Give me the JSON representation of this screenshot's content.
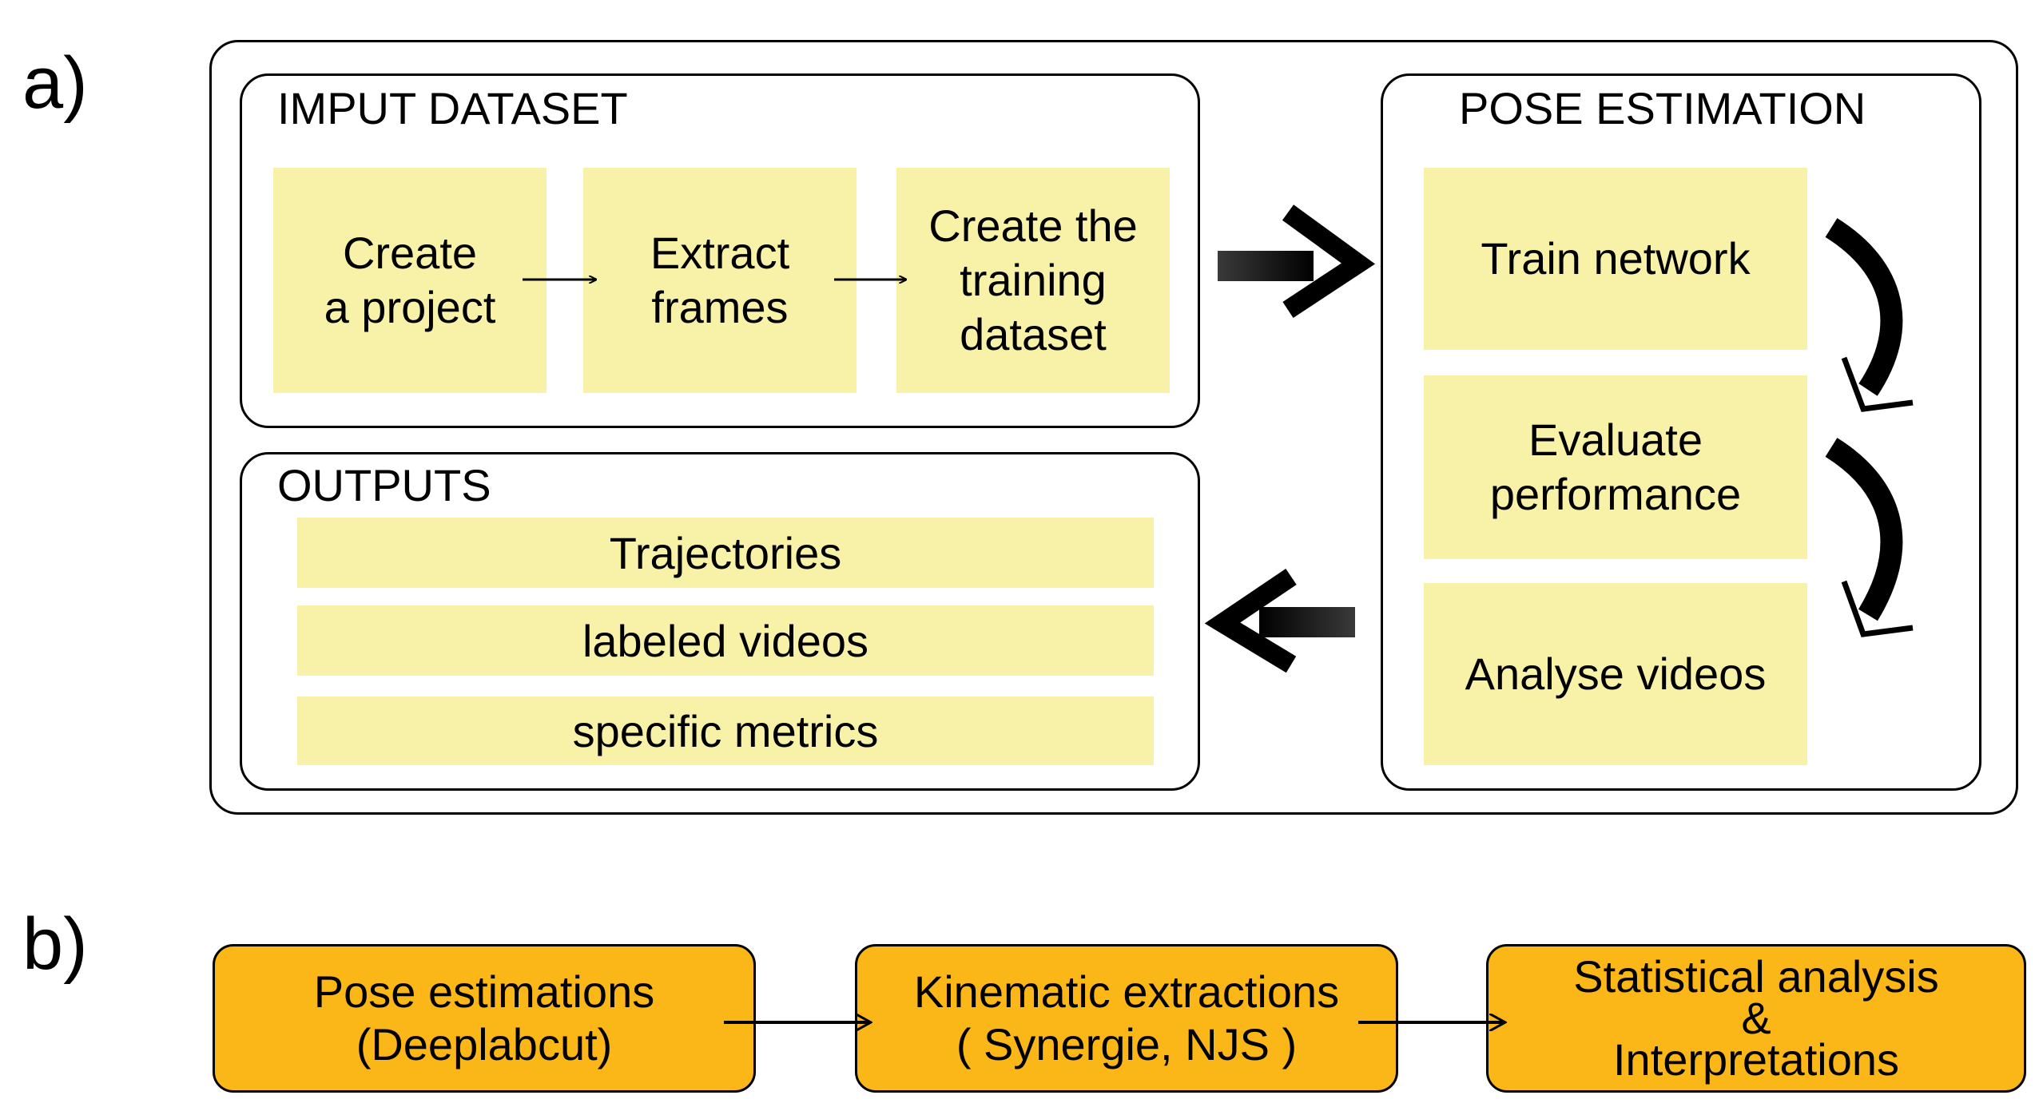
{
  "panel_a": {
    "label": "a)",
    "input_dataset": {
      "title": "IMPUT DATASET",
      "steps": [
        {
          "lines": [
            "Create",
            "a project"
          ]
        },
        {
          "lines": [
            "Extract",
            "frames"
          ]
        },
        {
          "lines": [
            "Create the",
            "training",
            "dataset"
          ]
        }
      ]
    },
    "pose_estimation": {
      "title": "POSE ESTIMATION",
      "steps": [
        {
          "lines": [
            "Train network"
          ]
        },
        {
          "lines": [
            "Evaluate",
            "performance"
          ]
        },
        {
          "lines": [
            "Analyse videos"
          ]
        }
      ]
    },
    "outputs": {
      "title": "OUTPUTS",
      "items": [
        "Trajectories",
        "labeled videos",
        "specific metrics"
      ]
    }
  },
  "panel_b": {
    "label": "b)",
    "steps": [
      {
        "lines": [
          "Pose estimations",
          "(Deeplabcut)"
        ]
      },
      {
        "lines": [
          "Kinematic extractions",
          "( Synergie, NJS )"
        ]
      },
      {
        "lines": [
          "Statistical analysis",
          "&",
          "Interpretations"
        ]
      }
    ]
  },
  "colors": {
    "step_fill": "#f7f2a8",
    "pipeline_fill": "#fbb617",
    "stroke": "#000000"
  }
}
